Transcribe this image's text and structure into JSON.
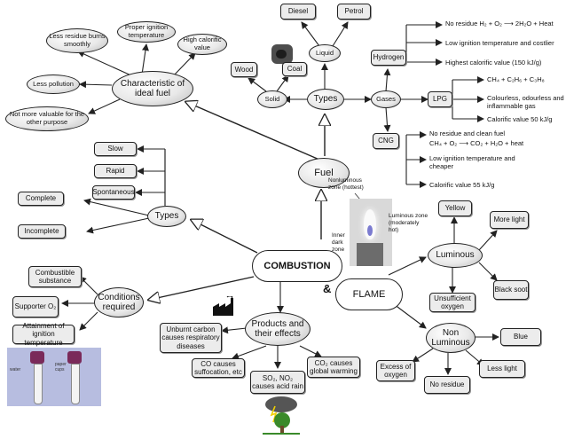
{
  "center": {
    "combustion": "COMBUSTION",
    "amp": "&",
    "flame": "FLAME"
  },
  "ideal_fuel": {
    "title": "Characteristic of ideal fuel",
    "items": [
      "Less residue burns smoothly",
      "Proper ignition temperature",
      "High calorific value",
      "Less pollution",
      "Not more valuable for the other purpose"
    ]
  },
  "fuel": {
    "title": "Fuel",
    "types_label": "Types",
    "solid": "Solid",
    "liquid": "Liquid",
    "gases": "Gases",
    "wood": "Wood",
    "coal": "Coal",
    "diesel": "Diesel",
    "petrol": "Petrol"
  },
  "gases_detail": {
    "hydrogen": "Hydrogen",
    "hydrogen_props": [
      "No residue H₂ + O₂ ⟶ 2H₂O + Heat",
      "Low ignition temperature and costlier",
      "Highest calorific value (150 kJ/g)"
    ],
    "lpg": "LPG",
    "lpg_props": [
      "CH₄ + C₂H₆ + C₃H₈",
      "Colourless, odourless and inflammable gas",
      "Calorific value 50 kJ/g"
    ],
    "cng": "CNG",
    "cng_props": [
      "No residue and clean fuel",
      "CH₄ + O₂ ⟶ CO₂ + H₂O + heat",
      "Low ignition temperature and cheaper",
      "Calorific value 55 kJ/g"
    ]
  },
  "combustion_types": {
    "title": "Types",
    "items": [
      "Slow",
      "Rapid",
      "Spontaneous",
      "Complete",
      "Incomplete"
    ]
  },
  "conditions": {
    "title": "Conditions required",
    "items": [
      "Combustible substance",
      "Supporter O₂",
      "Attainment of ignition temperature"
    ]
  },
  "products": {
    "title": "Products and their effects",
    "items": [
      "Unburnt carbon causes respiratory diseases",
      "CO causes suffocation, etc",
      "SO₂, NO₂ causes acid rain",
      "CO₂ causes global warming"
    ]
  },
  "flame_zones": [
    "Nonluminous zone (hottest)",
    "Luminous zone (moderately hot)",
    "Inner dark zone"
  ],
  "luminous": {
    "title": "Luminous",
    "items": [
      "Yellow",
      "More light",
      "Black soot",
      "Unsufficient oxygen"
    ]
  },
  "non_luminous": {
    "title": "Non Luminous",
    "items": [
      "Blue",
      "Less light",
      "No residue",
      "Excess of oxygen"
    ]
  },
  "photo_labels": {
    "water": "water",
    "paper": "paper cups"
  },
  "colors": {
    "line": "#222222",
    "node_fill": "#ececec",
    "photo_bg": "#b7bde0",
    "leaf": "#3a8a2a",
    "cloud": "#555555"
  },
  "icons": [
    "factory-icon",
    "storm-tree-icon",
    "coal-photo",
    "candle-flame-photo",
    "paper-cup-photo"
  ]
}
